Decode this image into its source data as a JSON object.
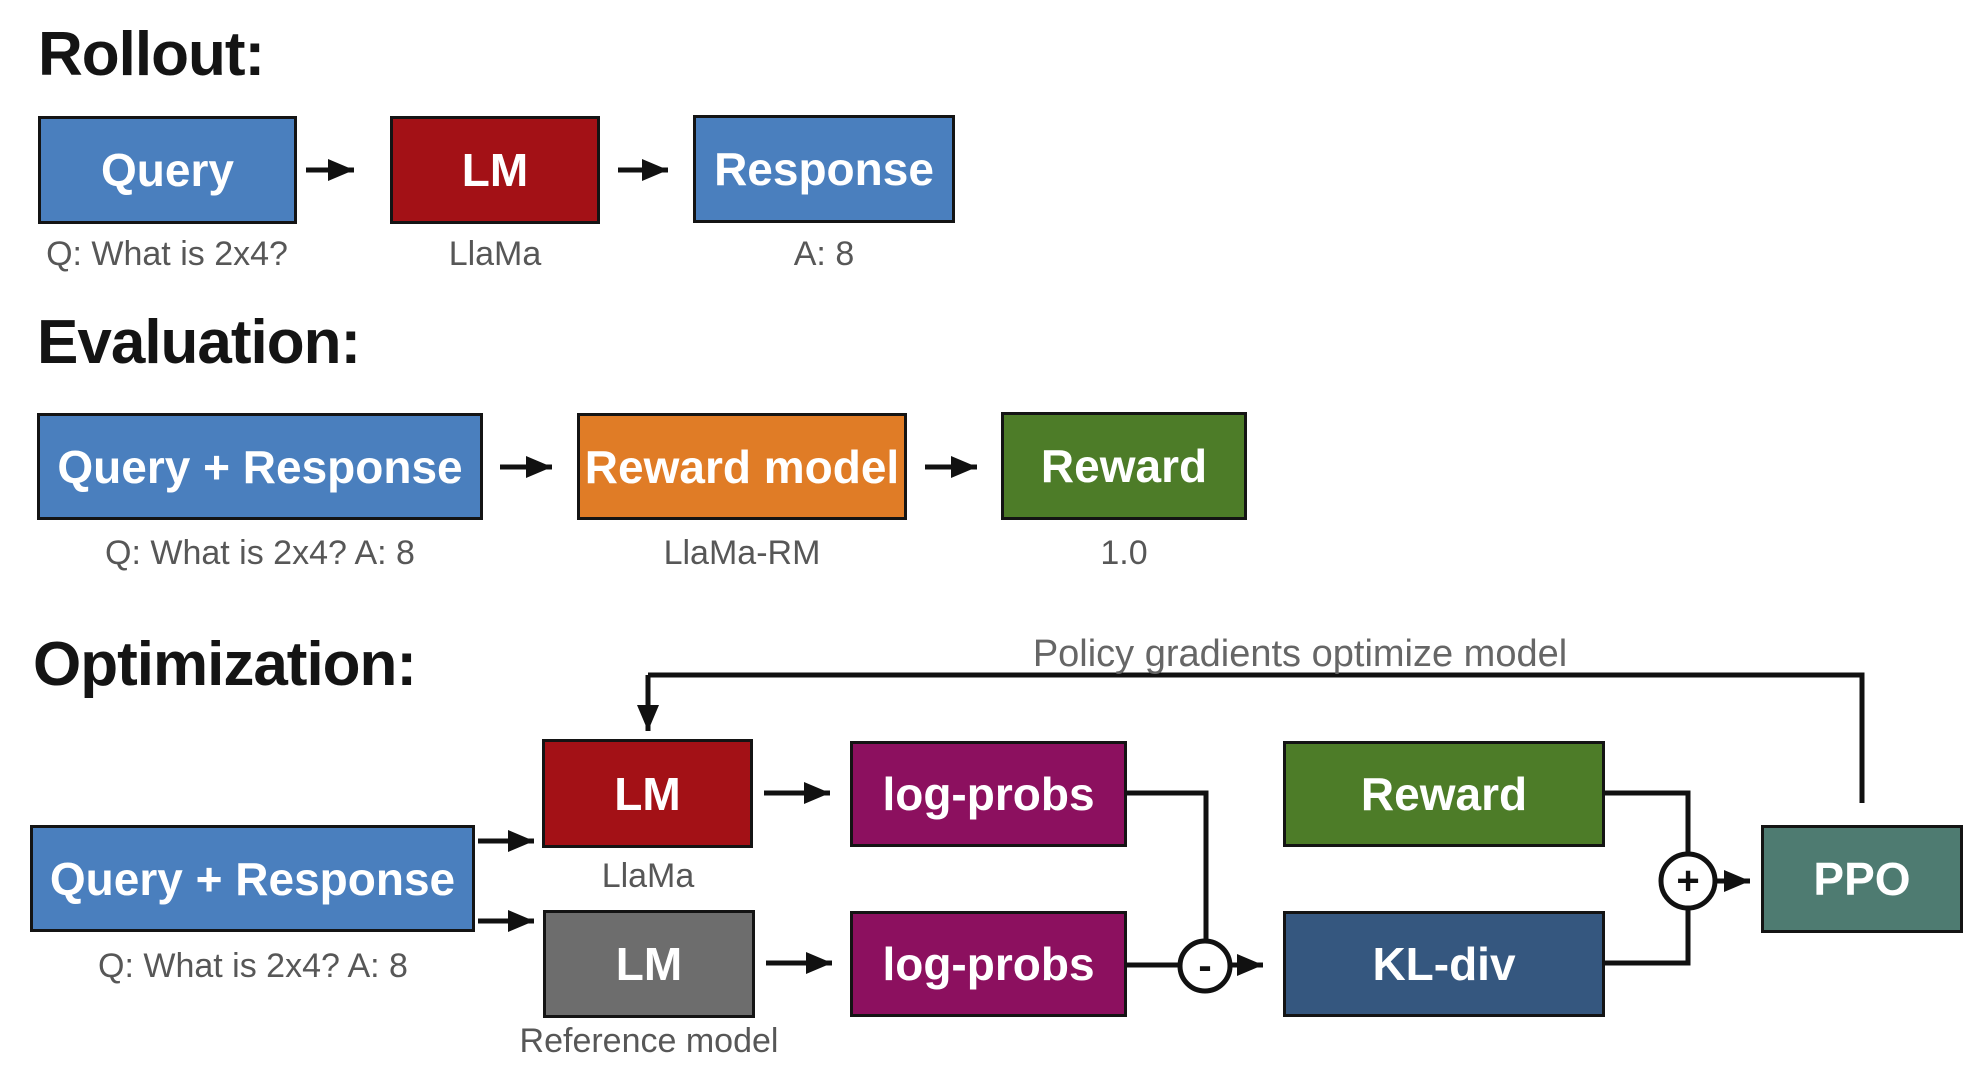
{
  "palette": {
    "blue": "#4a7fbe",
    "dark_red": "#a31116",
    "orange": "#e07c26",
    "green": "#4d7c28",
    "magenta": "#8c105f",
    "gray": "#6d6d6d",
    "navy": "#35577f",
    "teal": "#4e7b71",
    "wire_black": "#111111",
    "label_gray": "#575757",
    "title_black": "#141414"
  },
  "sections": {
    "rollout": {
      "title": "Rollout:",
      "boxes": [
        {
          "label": "Query",
          "sublabel": "Q: What is 2x4?"
        },
        {
          "label": "LM",
          "sublabel": "LlaMa"
        },
        {
          "label": "Response",
          "sublabel": "A: 8"
        }
      ]
    },
    "evaluation": {
      "title": "Evaluation:",
      "boxes": [
        {
          "label": "Query + Response",
          "sublabel": "Q: What is 2x4? A: 8"
        },
        {
          "label": "Reward model",
          "sublabel": "LlaMa-RM"
        },
        {
          "label": "Reward",
          "sublabel": "1.0"
        }
      ]
    },
    "optimization": {
      "title": "Optimization:",
      "annotation": "Policy gradients optimize model",
      "boxes": {
        "query_response": {
          "label": "Query + Response",
          "sublabel": "Q: What is 2x4? A: 8"
        },
        "lm_policy": {
          "label": "LM",
          "sublabel": "LlaMa"
        },
        "lm_reference": {
          "label": "LM",
          "sublabel": "Reference model"
        },
        "logprobs_policy": {
          "label": "log-probs"
        },
        "logprobs_reference": {
          "label": "log-probs"
        },
        "reward": {
          "label": "Reward"
        },
        "kl_div": {
          "label": "KL-div"
        },
        "ppo": {
          "label": "PPO"
        }
      },
      "operators": {
        "subtract": "-",
        "add": "+"
      }
    }
  }
}
